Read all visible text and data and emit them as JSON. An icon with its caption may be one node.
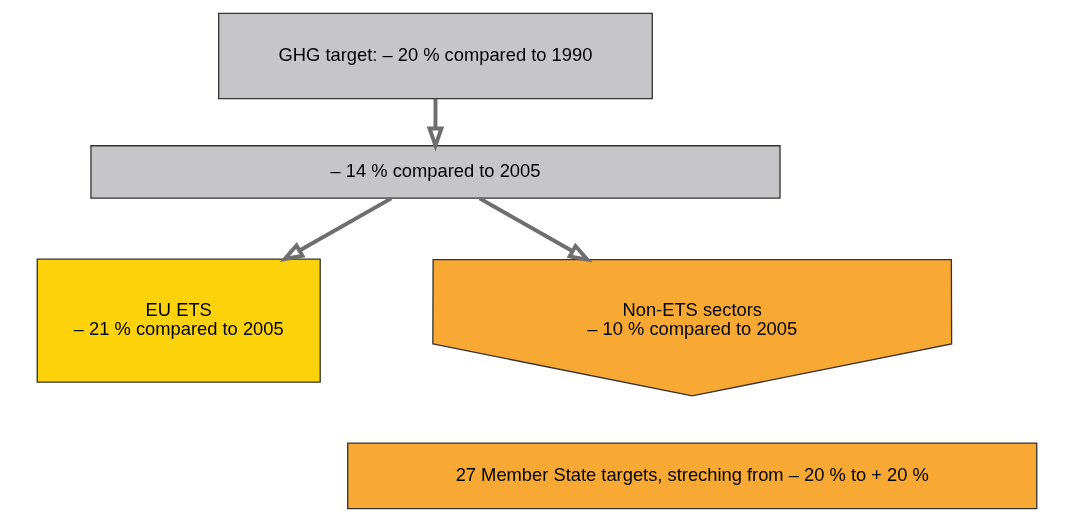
{
  "diagram": {
    "nodes": [
      {
        "text": [
          "GHG target: – 20 % compared to 1990"
        ]
      },
      {
        "text": [
          "– 14 % compared to 2005"
        ]
      },
      {
        "text": [
          "EU ETS",
          "– 21 % compared to 2005"
        ]
      },
      {
        "text": [
          "Non-ETS sectors",
          "– 10 % compared to 2005"
        ]
      },
      {
        "text": [
          "27 Member State targets, streching from – 20 % to + 20 %"
        ]
      }
    ],
    "edges": [
      {
        "from": 0,
        "to": 1,
        "arrow": "to"
      },
      {
        "from": 1,
        "to": 2,
        "arrow": "to"
      },
      {
        "from": 1,
        "to": 3,
        "arrow": "to"
      }
    ]
  }
}
